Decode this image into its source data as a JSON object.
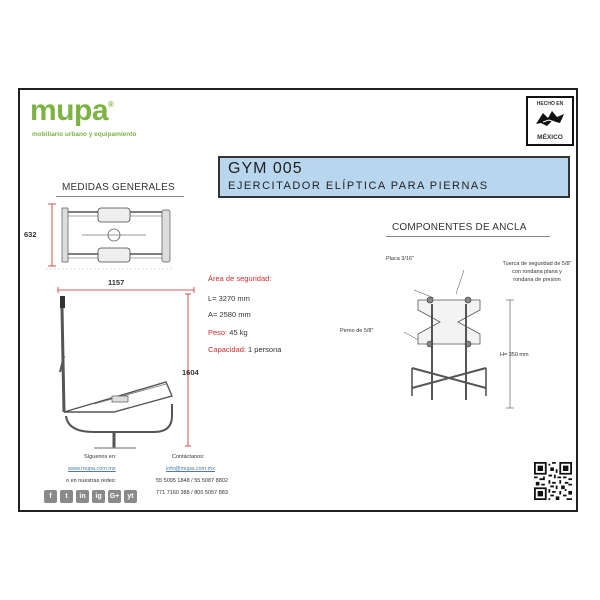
{
  "brand": {
    "name": "mupa",
    "registered": "®",
    "tagline": "mobiliario urbano y equipamiento"
  },
  "badge": {
    "top_text": "HECHO EN",
    "bottom_text": "MÉXICO"
  },
  "product": {
    "code": "GYM 005",
    "name": "EJERCITADOR ELÍPTICA PARA PIERNAS"
  },
  "sections": {
    "general": "MEDIDAS GENERALES",
    "anchor": "COMPONENTES DE ANCLA"
  },
  "dimensions": {
    "plan_depth": "632",
    "side_length": "1157",
    "side_height": "1604"
  },
  "specs": {
    "safety_area_label": "Área de seguridad:",
    "length": "L= 3270 mm",
    "width": "A= 2580 mm",
    "weight_label": "Peso:",
    "weight_value": "45 kg",
    "capacity_label": "Capacidad:",
    "capacity_value": "1 persona"
  },
  "anchor_labels": {
    "plate": "Placa 3/16\"",
    "nut_line1": "Tuerca de seguridad de 5/8\"",
    "nut_line2": "con rondana plana y",
    "nut_line3": "rondana de presion",
    "bolt": "Perno de 5/8\"",
    "height": "H= 350 mm"
  },
  "footer": {
    "follow_label": "Síguenos en:",
    "website": "www.mupa.com.mx",
    "social_label": "o en nuestras redes:",
    "contact_label": "Contáctanos:",
    "email": "info@mupa.com.mx",
    "phones_line1": "55 5095 1848 / 55 5087 8802",
    "phones_line2": "771 7160 388 / 800 5057 883",
    "social_icons": [
      "f",
      "t",
      "in",
      "ig",
      "G+",
      "yt"
    ]
  },
  "colors": {
    "brand_green": "#7cb342",
    "title_blue": "#b8d6ee",
    "spec_red": "#d32f2f"
  }
}
